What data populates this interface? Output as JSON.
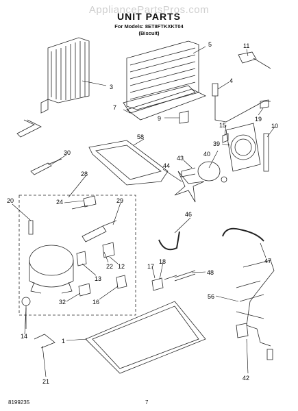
{
  "watermark": "AppliancePartsPros.com",
  "title": "UNIT PARTS",
  "models_line": "For Models: 8ET8FTKXKT04",
  "color_line": "(Biscuit)",
  "doc_number": "8199235",
  "page_number": "7",
  "callouts": [
    "3",
    "5",
    "11",
    "4",
    "7",
    "9",
    "19",
    "15",
    "10",
    "39",
    "40",
    "58",
    "30",
    "28",
    "44",
    "43",
    "20",
    "24",
    "29",
    "46",
    "47",
    "22",
    "12",
    "13",
    "18",
    "17",
    "48",
    "32",
    "16",
    "56",
    "14",
    "1",
    "21",
    "42"
  ]
}
